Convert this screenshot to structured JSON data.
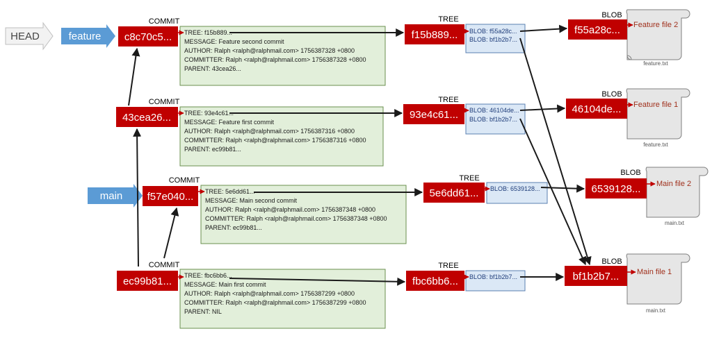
{
  "pointers": {
    "head": "HEAD",
    "feature": "feature",
    "main": "main"
  },
  "commits": [
    {
      "hash": "c8c70c5...",
      "header": "COMMIT",
      "lines": [
        "TREE: f15b889...",
        "MESSAGE: Feature second commit",
        "AUTHOR: Ralph <ralph@ralphmail.com> 1756387328 +0800",
        "COMMITTER: Ralph <ralph@ralphmail.com> 1756387328 +0800",
        "PARENT: 43cea26..."
      ]
    },
    {
      "hash": "43cea26...",
      "header": "COMMIT",
      "lines": [
        "TREE: 93e4c61...",
        "MESSAGE: Feature first commit",
        "AUTHOR: Ralph <ralph@ralphmail.com> 1756387316 +0800",
        "COMMITTER: Ralph <ralph@ralphmail.com> 1756387316 +0800",
        "PARENT: ec99b81..."
      ]
    },
    {
      "hash": "f57e040...",
      "header": "COMMIT",
      "lines": [
        "TREE: 5e6dd61...",
        "MESSAGE: Main second commit",
        "AUTHOR: Ralph <ralph@ralphmail.com> 1756387348 +0800",
        "COMMITTER: Ralph <ralph@ralphmail.com> 1756387348 +0800",
        "PARENT: ec99b81..."
      ]
    },
    {
      "hash": "ec99b81...",
      "header": "COMMIT",
      "lines": [
        "TREE: fbc6bb6...",
        "MESSAGE: Main first commit",
        "AUTHOR: Ralph <ralph@ralphmail.com> 1756387299 +0800",
        "COMMITTER: Ralph <ralph@ralphmail.com> 1756387299 +0800",
        "PARENT: NIL"
      ]
    }
  ],
  "trees": [
    {
      "hash": "f15b889...",
      "header": "TREE",
      "entries": [
        "BLOB: f55a28c...",
        "BLOB: bf1b2b7..."
      ]
    },
    {
      "hash": "93e4c61...",
      "header": "TREE",
      "entries": [
        "BLOB: 46104de...",
        "BLOB: bf1b2b7..."
      ]
    },
    {
      "hash": "5e6dd61...",
      "header": "TREE",
      "entries": [
        "BLOB: 6539128..."
      ]
    },
    {
      "hash": "fbc6bb6...",
      "header": "TREE",
      "entries": [
        "BLOB: bf1b2b7..."
      ]
    }
  ],
  "blobs": [
    {
      "hash": "f55a28c...",
      "header": "BLOB",
      "content": "Feature file 2",
      "filename": "feature.txt"
    },
    {
      "hash": "46104de...",
      "header": "BLOB",
      "content": "Feature file 1",
      "filename": "feature.txt"
    },
    {
      "hash": "6539128...",
      "header": "BLOB",
      "content": "Main file 2",
      "filename": "main.txt"
    },
    {
      "hash": "bf1b2b7...",
      "header": "BLOB",
      "content": "Main file 1",
      "filename": "main.txt"
    }
  ],
  "colors": {
    "object_red": "#c00000",
    "commit_fill": "#e2efda",
    "commit_border": "#6a8f4e",
    "tree_fill": "#dbe8f6",
    "tree_border": "#5a7fb0",
    "pointer_blue": "#5b9bd5",
    "head_grey": "#f2f2f2",
    "scroll_fill": "#e6e6e6",
    "arrow": "#1a1a1a"
  }
}
